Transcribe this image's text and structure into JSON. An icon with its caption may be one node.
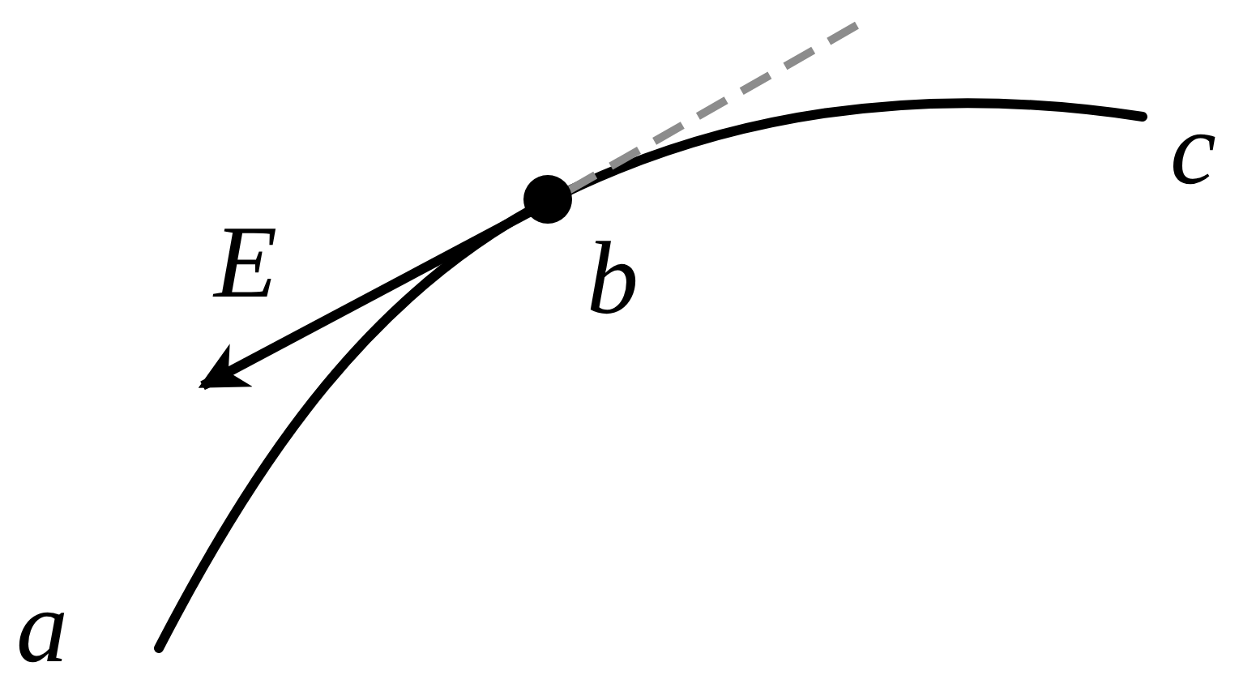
{
  "diagram": {
    "labels": [
      "c",
      "E",
      "b",
      "a"
    ]
  }
}
